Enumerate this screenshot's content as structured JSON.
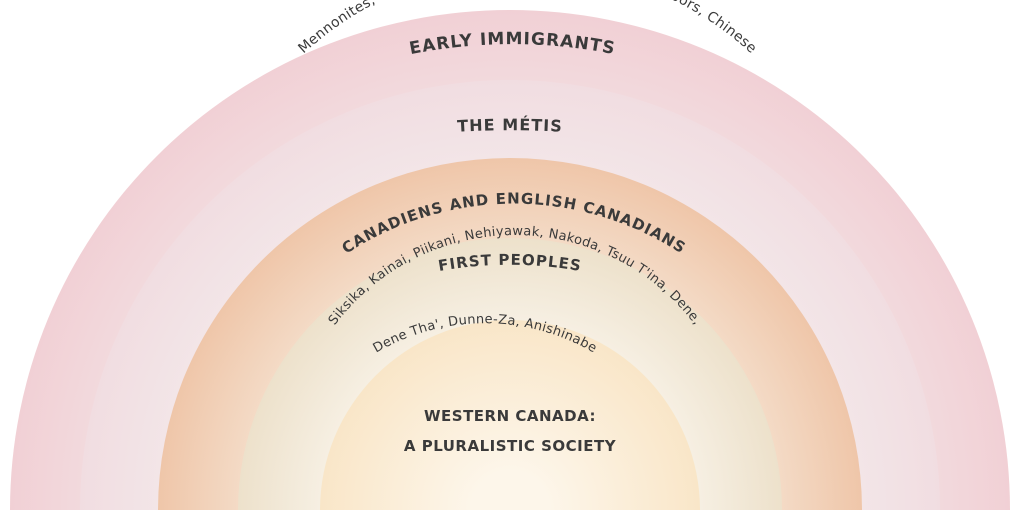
{
  "diagram": {
    "layers": [
      {
        "title": "EARLY IMMIGRANTS",
        "subtitle": "Mennonites, Icelanders, Hutterites, Mormons, Doukhobors, Chinese",
        "color": "#efc8cd"
      },
      {
        "title": "THE MÉTIS",
        "subtitle": "",
        "color": "#f0d9dd"
      },
      {
        "title": "CANADIENS AND ENGLISH CANADIANS",
        "subtitle": "",
        "color": "#edc3a4"
      },
      {
        "title": "FIRST PEOPLES",
        "subtitle_line1": "Siksika, Kainai, Piikani, Nehiyawak, Nakoda, Tsuu T'ina, Dene,",
        "subtitle_line2": "Dene Tha', Dunne-Za, Anishinabe",
        "color": "#efe3cf"
      }
    ],
    "center": {
      "line1": "WESTERN CANADA:",
      "line2": "A PLURALISTIC SOCIETY",
      "color": "#fbebd2"
    }
  }
}
